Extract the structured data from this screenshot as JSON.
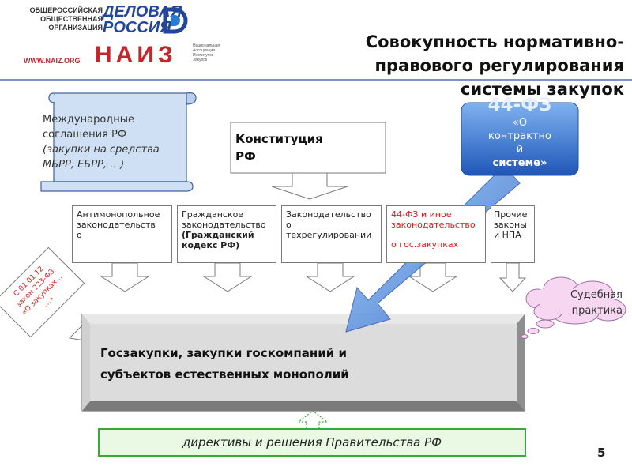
{
  "logo": {
    "org_line1": "ОБЩЕРОССИЙСКАЯ",
    "org_line2": "ОБЩЕСТВЕННАЯ",
    "org_line3": "ОРГАНИЗАЦИЯ",
    "brand_line1": "ДЕЛОВАЯ",
    "brand_line2": "РОССИЯ",
    "url": "WWW.NAIZ.ORG",
    "naiz": "НАИЗ",
    "naiz_sub1": "Национальная",
    "naiz_sub2": "Ассоциация",
    "naiz_sub3": "Институтов",
    "naiz_sub4": "Закупок"
  },
  "title": {
    "line1": "Совокупность нормативно-",
    "line2": "правового регулирования",
    "line3": "системы закупок"
  },
  "scroll": {
    "line1": "Международные",
    "line2": "соглашения РФ",
    "line3": "(закупки на средства",
    "line4": "МБРР, ЕБРР, …)"
  },
  "constitution": {
    "line1": "Конституция",
    "line2": "РФ"
  },
  "fz44": {
    "title": "44-ФЗ",
    "line1": "«О",
    "line2": "контрактно",
    "line3": "й",
    "line4": "системе»"
  },
  "laws": [
    {
      "line1": "Антимонопольное",
      "line2": "законодательств",
      "line3": "о"
    },
    {
      "line1": "Гражданское",
      "line2": "законодательство",
      "line3": "(Гражданский",
      "line4": "кодекс РФ)"
    },
    {
      "line1": "Законодательство",
      "line2": "о",
      "line3": "техрегулировании"
    },
    {
      "line1": "44-ФЗ и иное",
      "line2": "законодательство",
      "line3": "о гос.закупках"
    },
    {
      "line1": "Прочие",
      "line2": "законы",
      "line3": "и НПА"
    }
  ],
  "fz223": {
    "line1": "С 01.01.12",
    "line2": "закон 223-ФЗ",
    "line3": "«О закупках…",
    "line4": "…»"
  },
  "cloud": {
    "line1": "Судебная",
    "line2": "практика"
  },
  "main_box": {
    "line1": "Госзакупки, закупки госкомпаний и",
    "line2": "субъектов естественных монополий"
  },
  "directives": {
    "text": "директивы и решения Правительства РФ"
  },
  "page_number": "5",
  "colors": {
    "blue_accent": "#2a64c8",
    "title_rule": "#7f93c4",
    "main_box_bg": "#dcdcdc",
    "directive_border": "#3aa83a",
    "red_text": "#d42020"
  }
}
